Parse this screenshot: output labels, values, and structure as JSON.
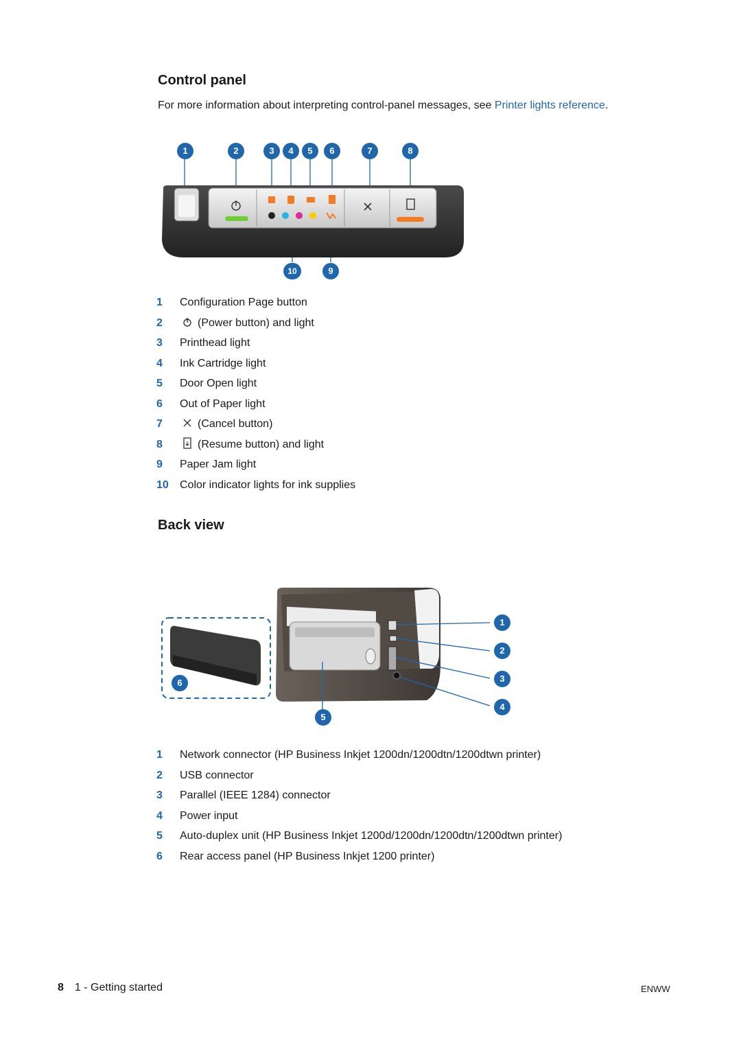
{
  "control_panel": {
    "title": "Control panel",
    "intro_text": "For more information about interpreting control-panel messages, see ",
    "intro_link": "Printer lights reference",
    "intro_end": ".",
    "callouts_top": [
      "1",
      "2",
      "3",
      "4",
      "5",
      "6",
      "7",
      "8"
    ],
    "callouts_bottom": [
      "10",
      "9"
    ],
    "items": [
      {
        "num": "1",
        "text": "Configuration Page button"
      },
      {
        "num": "2",
        "text": "(Power button) and light",
        "icon": "power-icon"
      },
      {
        "num": "3",
        "text": "Printhead light"
      },
      {
        "num": "4",
        "text": "Ink Cartridge light"
      },
      {
        "num": "5",
        "text": "Door Open light"
      },
      {
        "num": "6",
        "text": "Out of Paper light"
      },
      {
        "num": "7",
        "text": "(Cancel button)",
        "icon": "cancel-icon"
      },
      {
        "num": "8",
        "text": "(Resume button) and light",
        "icon": "resume-icon"
      },
      {
        "num": "9",
        "text": "Paper Jam light"
      },
      {
        "num": "10",
        "text": "Color indicator lights for ink supplies"
      }
    ]
  },
  "back_view": {
    "title": "Back view",
    "callouts": [
      "1",
      "2",
      "3",
      "4",
      "5",
      "6"
    ],
    "items": [
      {
        "num": "1",
        "text": "Network connector (HP Business Inkjet 1200dn/1200dtn/1200dtwn printer)"
      },
      {
        "num": "2",
        "text": "USB connector"
      },
      {
        "num": "3",
        "text": "Parallel (IEEE 1284) connector"
      },
      {
        "num": "4",
        "text": "Power input"
      },
      {
        "num": "5",
        "text": "Auto-duplex unit (HP Business Inkjet 1200d/1200dn/1200dtn/1200dtwn printer)"
      },
      {
        "num": "6",
        "text": "Rear access panel (HP Business Inkjet 1200 printer)"
      }
    ]
  },
  "footer": {
    "page_number": "8",
    "section": "1 - Getting started",
    "right_label": "ENWW"
  },
  "colors": {
    "accent_blue": "#1f66ad",
    "light_green": "#6ccf3a",
    "light_orange": "#f47b20"
  }
}
